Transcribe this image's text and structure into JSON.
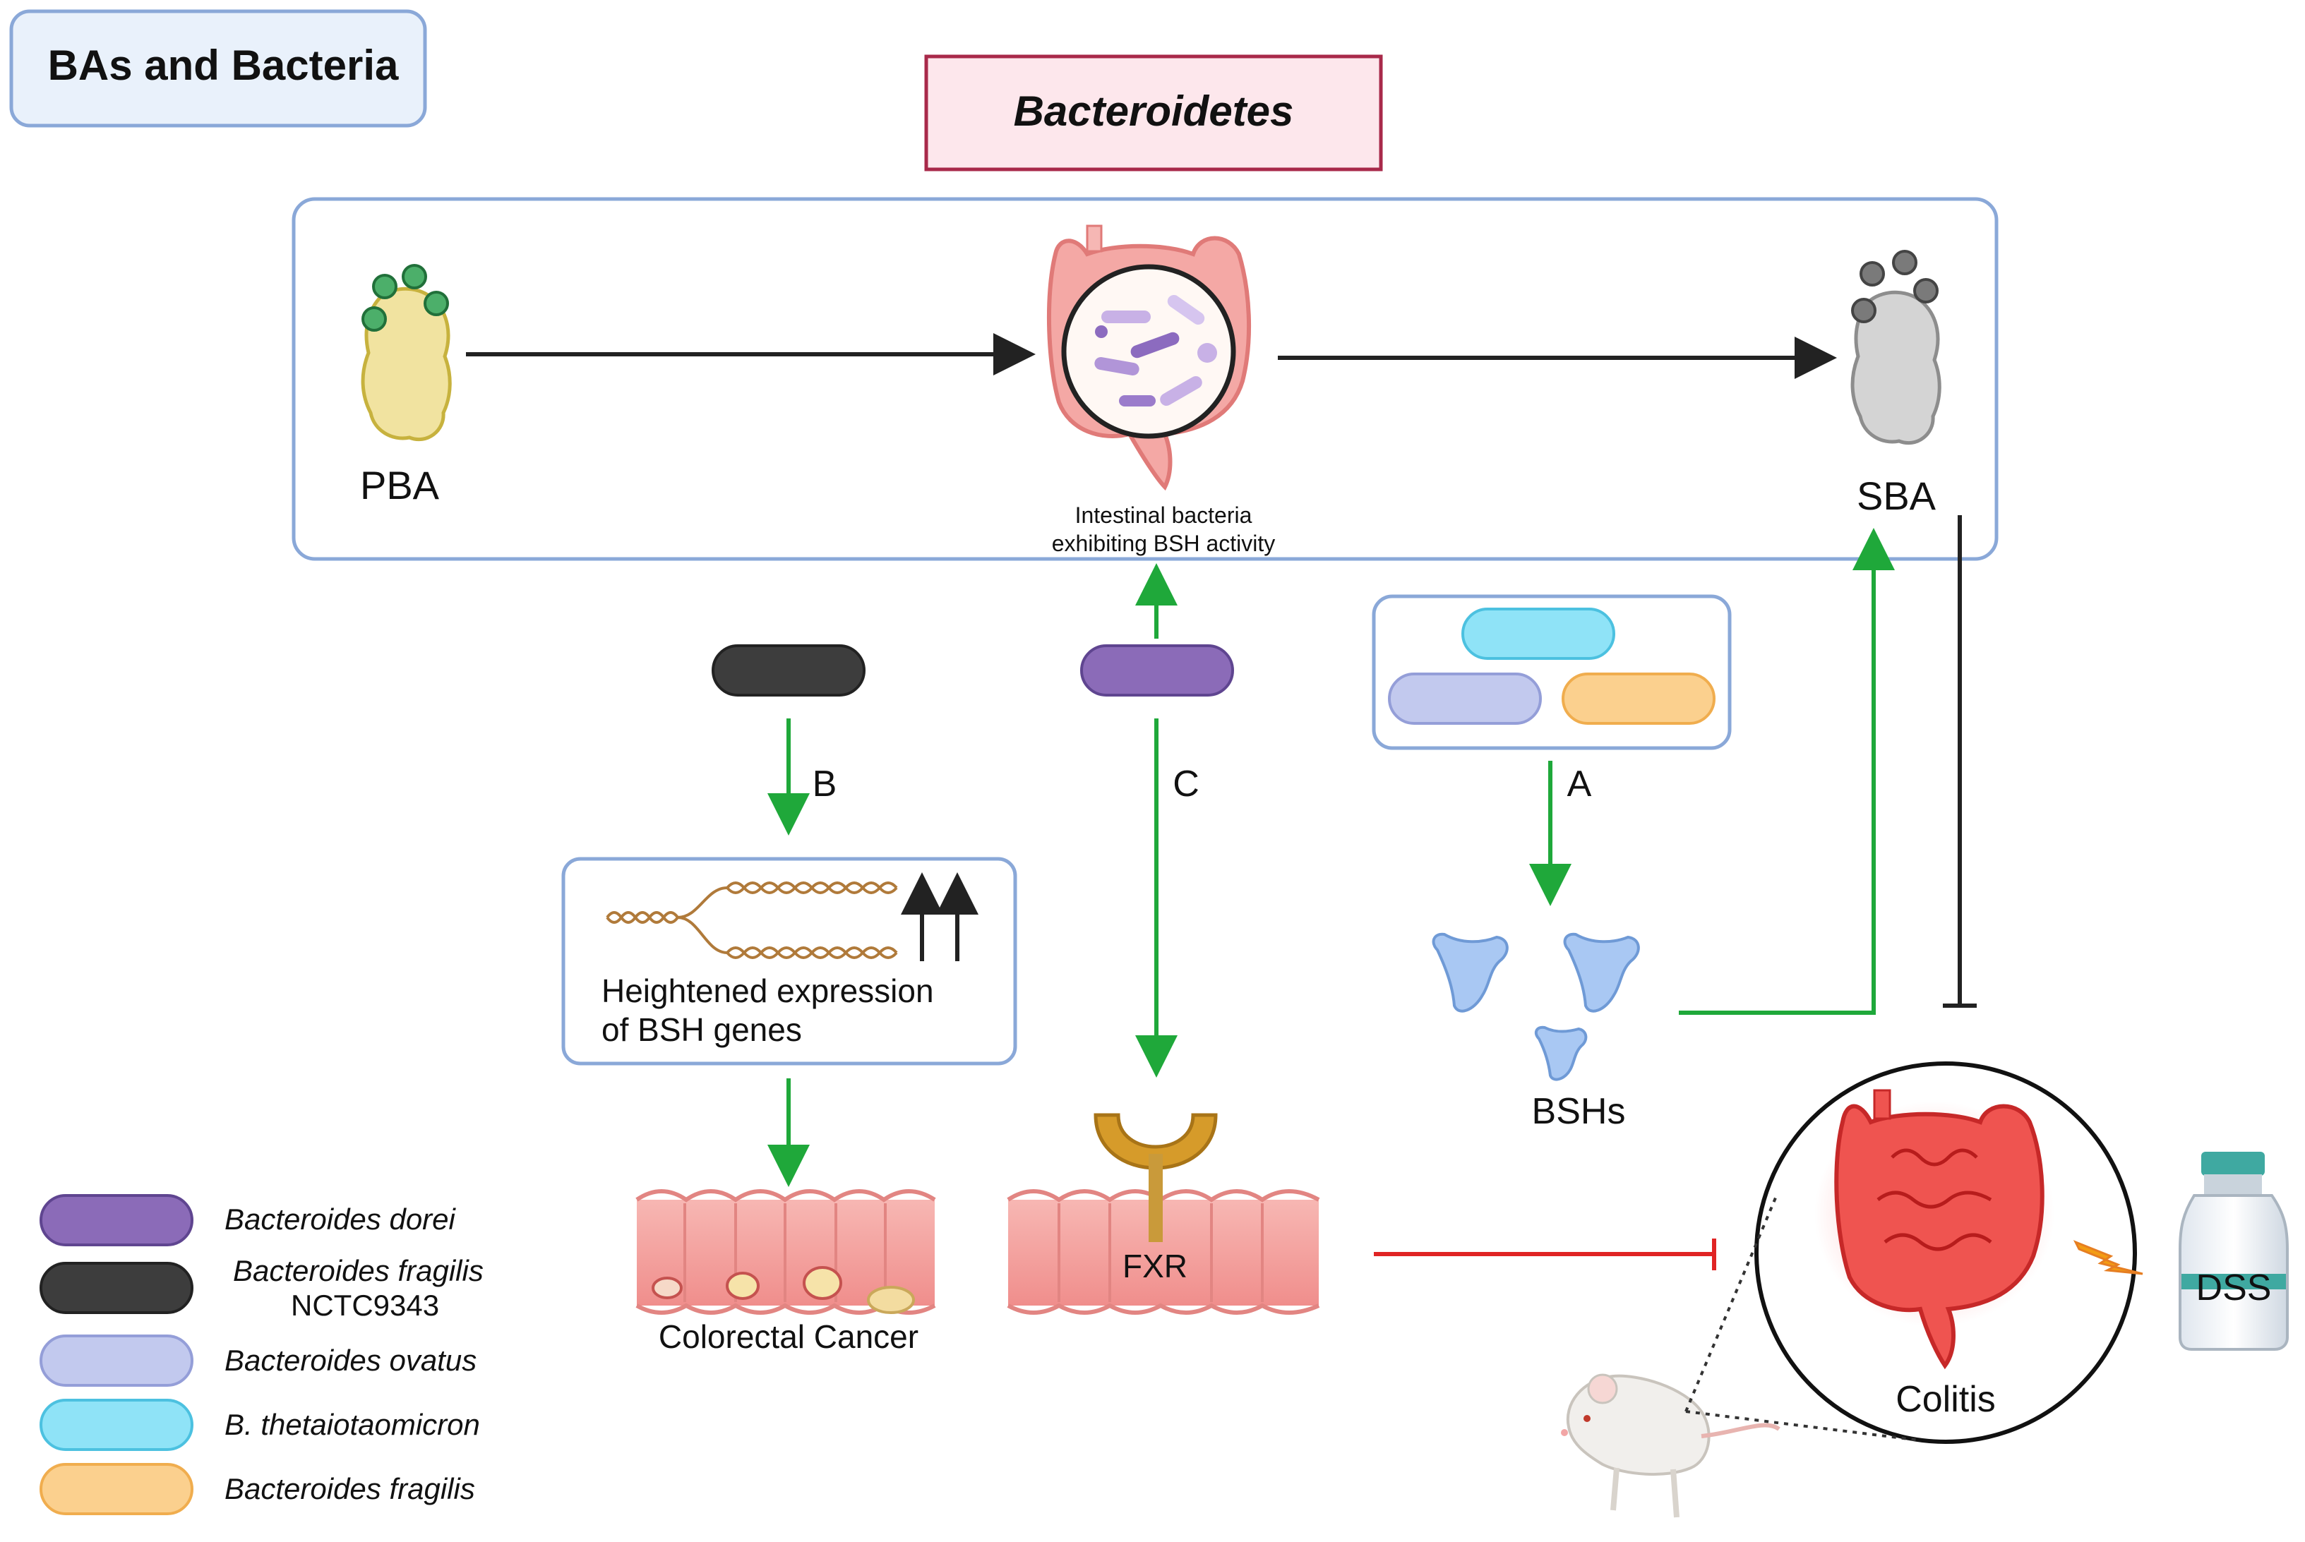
{
  "header": {
    "title": "BAs and Bacteria"
  },
  "phylum": {
    "title": "Bacteroidetes"
  },
  "pathway": {
    "pba_label": "PBA",
    "sba_label": "SBA",
    "gut_label_line1": "Intestinal bacteria",
    "gut_label_line2": "exhibiting BSH activity"
  },
  "branches": {
    "a_label": "A",
    "b_label": "B",
    "c_label": "C",
    "bshs_label": "BSHs",
    "expression_line1": "Heightened expression",
    "expression_line2": "of BSH genes",
    "crc_label": "Colorectal Cancer",
    "fxr_label": "FXR",
    "colitis_label": "Colitis",
    "dss_label": "DSS"
  },
  "legend": {
    "items": [
      {
        "label": "Bacteroides dorei",
        "color": "#8b6bb8"
      },
      {
        "label": "Bacteroides fragilis",
        "label2": "NCTC9343",
        "color": "#3d3d3d"
      },
      {
        "label": "Bacteroides ovatus",
        "color": "#c2c9ee"
      },
      {
        "label": "B. thetaiotaomicron",
        "color": "#8fe3f7"
      },
      {
        "label": "Bacteroides fragilis",
        "color": "#fbd08e"
      }
    ]
  },
  "colors": {
    "box_border": "#8aa8d8",
    "title_fill": "#e9f1fb",
    "phylum_border": "#a8294a",
    "phylum_fill": "#fde7ec",
    "promote": "#1fa83a",
    "inhibit_red": "#e02424",
    "arrow_dark": "#222222"
  }
}
